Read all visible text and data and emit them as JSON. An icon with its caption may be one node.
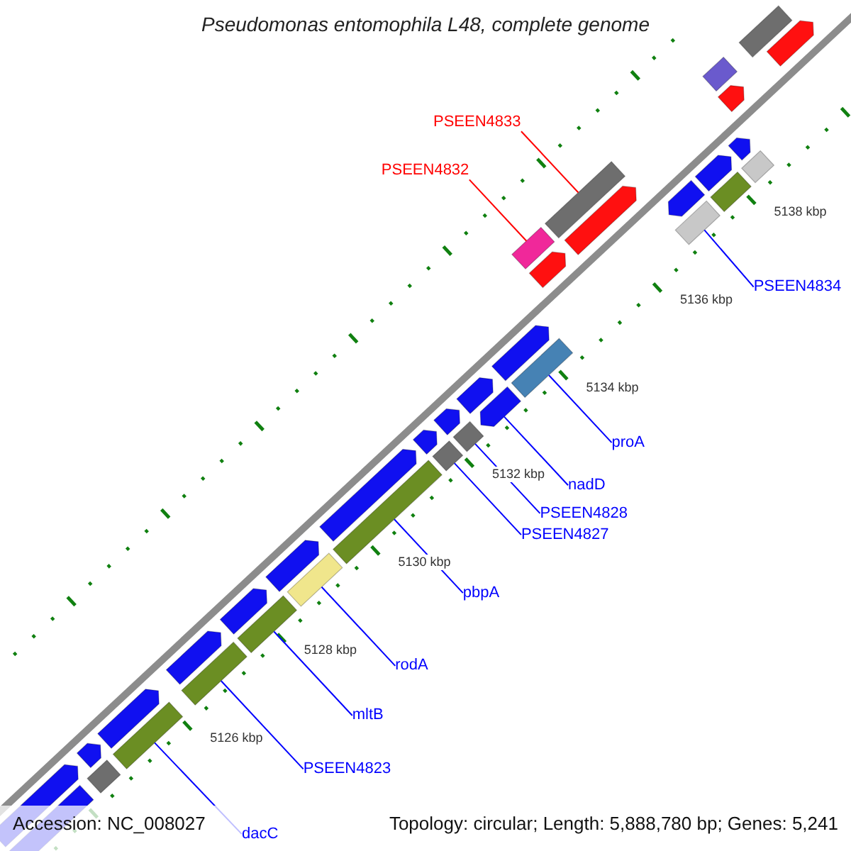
{
  "diagram": {
    "title": "Pseudomonas entomophila L48, complete genome",
    "nodes": [
      {
        "text": [
          "PSEEN4833"
        ]
      },
      {
        "text": [
          "PSEEN4832"
        ]
      },
      {
        "text": [
          "PSEEN4834"
        ]
      },
      {
        "text": [
          "proA"
        ]
      },
      {
        "text": [
          "nadD"
        ]
      },
      {
        "text": [
          "PSEEN4828"
        ]
      },
      {
        "text": [
          "PSEEN4827"
        ]
      },
      {
        "text": [
          "pbpA"
        ]
      },
      {
        "text": [
          "rodA"
        ]
      },
      {
        "text": [
          "mltB"
        ]
      },
      {
        "text": [
          "PSEEN4823"
        ]
      },
      {
        "text": [
          "dacC"
        ]
      },
      {
        "text": [],
        "shape": "bar"
      },
      {
        "text": [],
        "shape": "bar"
      },
      {
        "text": [],
        "shape": "bar"
      },
      {
        "text": [],
        "shape": "bar"
      },
      {
        "text": [],
        "shape": "arrow"
      },
      {
        "text": [],
        "shape": "bar"
      },
      {
        "text": [],
        "shape": "bar"
      },
      {
        "text": [],
        "shape": "bar"
      },
      {
        "text": [],
        "shape": "bar"
      },
      {
        "text": [],
        "shape": "bar"
      },
      {
        "text": [],
        "shape": "bar"
      },
      {
        "text": [],
        "shape": "bar"
      },
      {
        "text": [],
        "shape": "bar"
      },
      {
        "text": [],
        "shape": "arrow"
      },
      {
        "text": [],
        "shape": "bar"
      },
      {
        "text": [],
        "shape": "arrow"
      },
      {
        "text": [],
        "shape": "arrow"
      },
      {
        "text": [],
        "shape": "bar"
      },
      {
        "text": [],
        "shape": "arrow"
      },
      {
        "text": [],
        "shape": "bar"
      },
      {
        "text": [],
        "shape": "arrow"
      },
      {
        "text": [],
        "shape": "arrow"
      },
      {
        "text": [],
        "shape": "arrow"
      },
      {
        "text": [],
        "shape": "arrow"
      },
      {
        "text": [],
        "shape": "arrow"
      },
      {
        "text": [],
        "shape": "arrow"
      },
      {
        "text": [],
        "shape": "arrow"
      },
      {
        "text": [],
        "shape": "arrow"
      },
      {
        "text": [],
        "shape": "arrow"
      },
      {
        "text": [],
        "shape": "arrow"
      },
      {
        "text": [],
        "shape": "arrow"
      },
      {
        "text": [],
        "shape": "arrow"
      },
      {
        "text": [],
        "shape": "arrow"
      },
      {
        "text": [],
        "shape": "bar"
      },
      {
        "text": [],
        "shape": "arrow"
      },
      {
        "text": [],
        "shape": "bar"
      }
    ],
    "edges": [
      {
        "from": 0,
        "to": 12,
        "arrow": "none",
        "color": "#ff0000"
      },
      {
        "from": 1,
        "to": 13,
        "arrow": "none",
        "color": "#ff0000"
      },
      {
        "from": 2,
        "to": 14,
        "arrow": "none"
      },
      {
        "from": 3,
        "to": 15,
        "arrow": "none"
      },
      {
        "from": 4,
        "to": 16,
        "arrow": "none"
      },
      {
        "from": 5,
        "to": 17,
        "arrow": "none"
      },
      {
        "from": 6,
        "to": 18,
        "arrow": "none"
      },
      {
        "from": 7,
        "to": 19,
        "arrow": "none"
      },
      {
        "from": 8,
        "to": 20,
        "arrow": "none"
      },
      {
        "from": 9,
        "to": 21,
        "arrow": "none"
      },
      {
        "from": 10,
        "to": 22,
        "arrow": "none"
      },
      {
        "from": 11,
        "to": 23,
        "arrow": "none"
      }
    ],
    "labels": [
      "5138 kbp",
      "5136 kbp",
      "5134 kbp",
      "5132 kbp",
      "5130 kbp",
      "5128 kbp",
      "5126 kbp",
      "Accession: NC_008027",
      "Topology: circular; Length: 5,888,780 bp; Genes: 5,241"
    ]
  }
}
